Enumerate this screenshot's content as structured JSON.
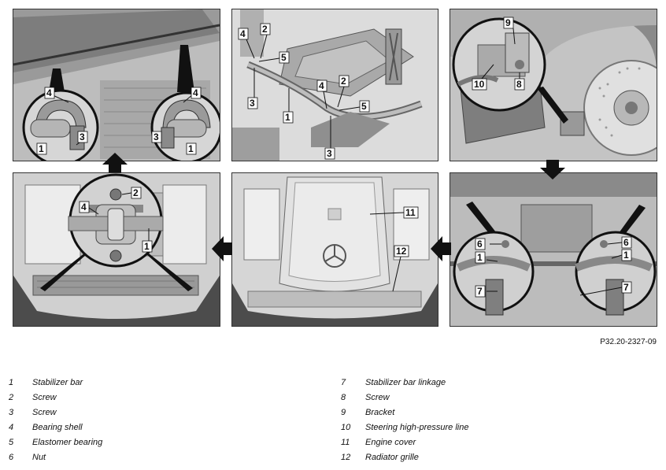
{
  "figure_id": "P32.20-2327-09",
  "callouts": {
    "p1": [
      "4",
      "3",
      "1",
      "4",
      "3",
      "1"
    ],
    "p2": [
      "4",
      "2",
      "5",
      "3",
      "1",
      "4",
      "2",
      "5",
      "3"
    ],
    "p3": [
      "9",
      "10",
      "8"
    ],
    "p4": [
      "2",
      "4",
      "1"
    ],
    "p5": [
      "11",
      "12"
    ],
    "p6": [
      "6",
      "1",
      "7",
      "6",
      "1",
      "7"
    ]
  },
  "legend": {
    "left": [
      {
        "num": "1",
        "text": "Stabilizer bar"
      },
      {
        "num": "2",
        "text": "Screw"
      },
      {
        "num": "3",
        "text": "Screw"
      },
      {
        "num": "4",
        "text": "Bearing shell"
      },
      {
        "num": "5",
        "text": "Elastomer bearing"
      },
      {
        "num": "6",
        "text": "Nut"
      }
    ],
    "right": [
      {
        "num": "7",
        "text": "Stabilizer bar linkage"
      },
      {
        "num": "8",
        "text": "Screw"
      },
      {
        "num": "9",
        "text": "Bracket"
      },
      {
        "num": "10",
        "text": "Steering high-pressure line"
      },
      {
        "num": "11",
        "text": "Engine cover"
      },
      {
        "num": "12",
        "text": "Radiator grille"
      }
    ]
  }
}
